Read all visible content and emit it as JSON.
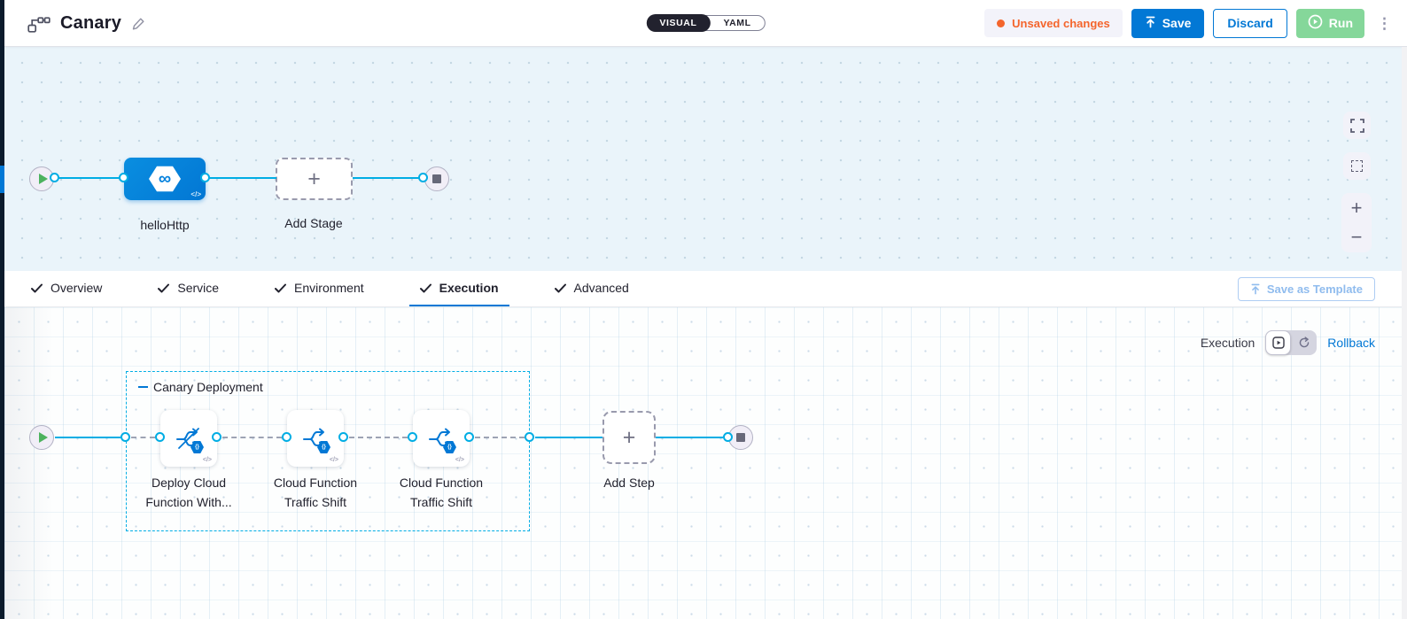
{
  "header": {
    "title": "Canary",
    "view_toggle": {
      "visual_label": "VISUAL",
      "yaml_label": "YAML"
    },
    "unsaved_changes_label": "Unsaved changes",
    "save_label": "Save",
    "discard_label": "Discard",
    "run_label": "Run",
    "menu_glyph": "⋮"
  },
  "stage_canvas": {
    "stage_name": "helloHttp",
    "stage_icon_glyph": "∞",
    "code_glyph": "</>",
    "add_stage_label": "Add Stage",
    "add_icon_glyph": "+"
  },
  "tabs": {
    "items": [
      {
        "label": "Overview"
      },
      {
        "label": "Service"
      },
      {
        "label": "Environment"
      },
      {
        "label": "Execution"
      },
      {
        "label": "Advanced"
      }
    ],
    "active": "Execution",
    "save_as_template_label": "Save as Template"
  },
  "execution_canvas": {
    "mode_label": "Execution",
    "rollback_label": "Rollback",
    "group_label": "Canary Deployment",
    "steps": [
      {
        "name": "Deploy Cloud Function With..."
      },
      {
        "name": "Cloud Function Traffic Shift"
      },
      {
        "name": "Cloud Function Traffic Shift"
      }
    ],
    "badge_glyph": "{}",
    "code_glyph": "</>",
    "add_step_label": "Add Step",
    "add_icon_glyph": "+"
  },
  "canvas_controls": {
    "zoom_in_glyph": "+",
    "zoom_out_glyph": "−"
  },
  "colors": {
    "accent_blue": "#0278d5",
    "connector_cyan": "#00ade4",
    "run_green": "#85d79a",
    "unsaved_orange": "#f4652c",
    "nav_strip_navy": "#0b1b2c"
  }
}
